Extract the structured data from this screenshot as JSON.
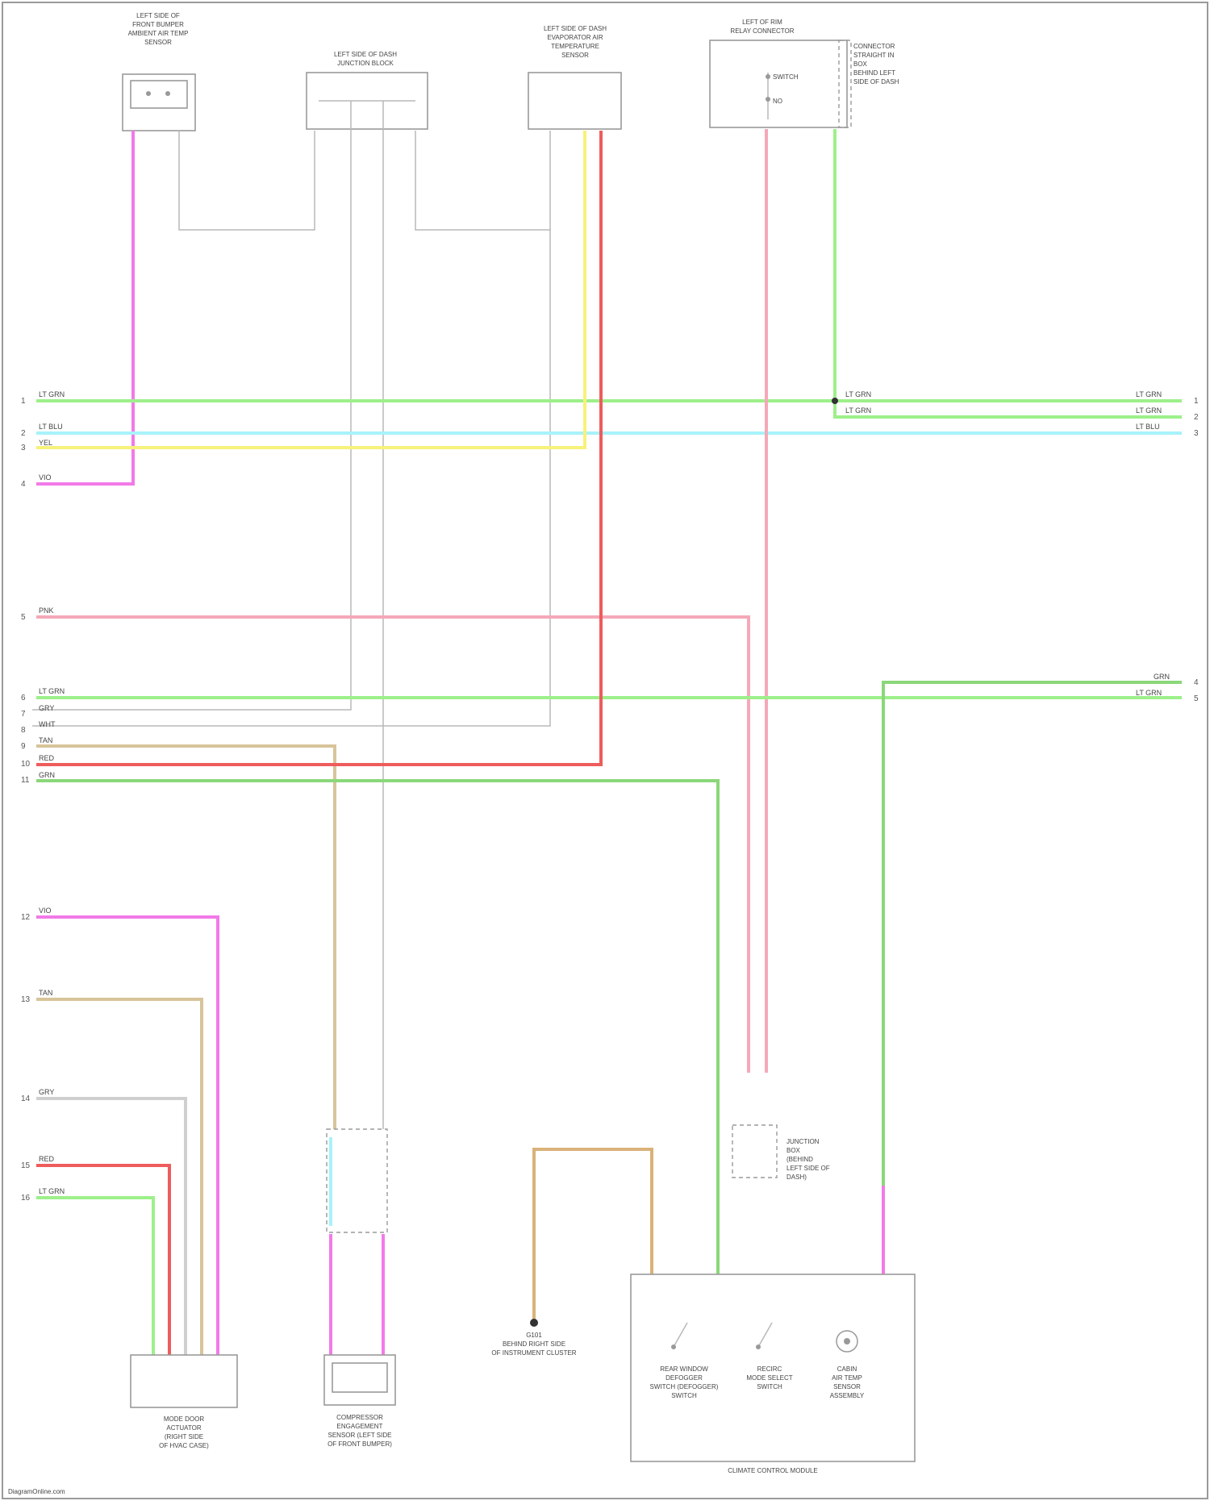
{
  "footer_text": "DiagramOnline.com",
  "components": {
    "ambient_sensor": [
      "LEFT SIDE OF",
      "FRONT BUMPER",
      "AMBIENT AIR TEMP",
      "SENSOR"
    ],
    "junction_block": [
      "LEFT SIDE OF DASH",
      "JUNCTION BLOCK"
    ],
    "temp_sensor": [
      "LEFT SIDE OF DASH",
      "EVAPORATOR AIR",
      "TEMPERATURE",
      "SENSOR"
    ],
    "relay": [
      "LEFT OF RIM",
      "RELAY CONNECTOR"
    ],
    "relay_note": [
      "CONNECTOR",
      "STRAIGHT IN",
      "BOX",
      "BEHIND LEFT",
      "SIDE OF DASH"
    ],
    "relay_contacts": [
      "SWITCH",
      "NO"
    ],
    "mode_door": [
      "MODE DOOR",
      "ACTUATOR",
      "(RIGHT SIDE",
      "OF HVAC CASE)"
    ],
    "blend_door": [
      "COMPRESSOR",
      "ENGAGEMENT",
      "SENSOR (LEFT SIDE",
      "OF FRONT BUMPER)"
    ],
    "ground": [
      "G101",
      "BEHIND RIGHT SIDE",
      "OF INSTRUMENT CLUSTER"
    ],
    "module_title": "CLIMATE CONTROL MODULE",
    "module_inner": [
      [
        "REAR WINDOW",
        "DEFOGGER",
        "SWITCH (DEFOGGER)",
        "SWITCH"
      ],
      [
        "RECIRC",
        "MODE SELECT",
        "SWITCH"
      ],
      [
        "CABIN",
        "AIR TEMP",
        "SENSOR",
        "ASSEMBLY"
      ]
    ],
    "splice_note": [
      "JUNCTION",
      "BOX",
      "(BEHIND",
      "LEFT SIDE OF",
      "DASH)"
    ]
  },
  "left_pins": [
    "1",
    "2",
    "3",
    "4",
    "5",
    "6",
    "7",
    "8",
    "9",
    "10",
    "11",
    "12",
    "13",
    "14",
    "15",
    "16"
  ],
  "right_pins": [
    "1",
    "2",
    "3",
    "4",
    "5"
  ],
  "wire_codes": {
    "w1": "LT GRN",
    "w2": "LT BLU",
    "w3": "YEL",
    "w4": "VIO",
    "w5": "PNK",
    "w6": "LT GRN",
    "w7": "GRY",
    "w8": "WHT",
    "w9": "TAN",
    "w10": "RED",
    "w11": "GRN",
    "w12": "VIO",
    "w13": "TAN",
    "w14": "GRY",
    "w15": "RED",
    "w16": "LT GRN",
    "r1": "LT GRN",
    "r2": "LT GRN",
    "r3": "LT BLU",
    "r4": "GRN",
    "r5": "LT GRN"
  },
  "colors": {
    "lt_green": "#9df08a",
    "lt_blue": "#a8f2fa",
    "yellow": "#f7f27a",
    "violet": "#f27ae8",
    "pink": "#f4a9b8",
    "green": "#8bd77a",
    "gray": "#cfcfcf",
    "white_wire": "#dcdcdc",
    "tan": "#d8c49a",
    "red": "#ee5c5c",
    "orange_tan": "#d9b27a"
  }
}
